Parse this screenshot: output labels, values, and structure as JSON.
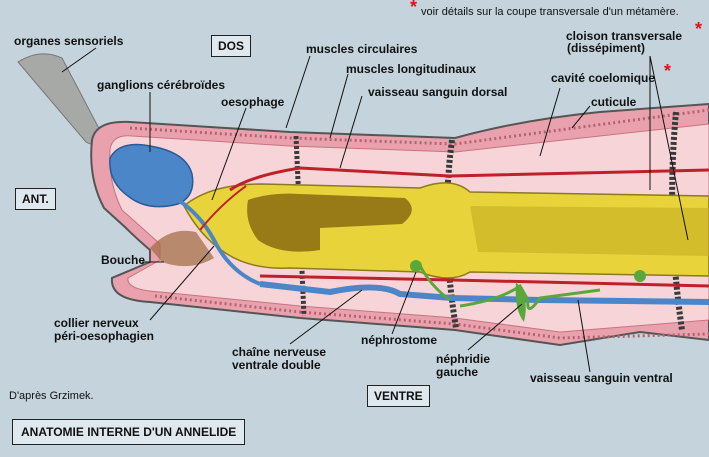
{
  "note": {
    "star": "*",
    "text": "voir détails sur la coupe transversale d'un métamère."
  },
  "credit": "D'après Grzimek.",
  "title": "ANATOMIE INTERNE D'UN ANNELIDE",
  "orientation": {
    "dorsal": "DOS",
    "ventral": "VENTRE",
    "anterior": "ANT."
  },
  "labels": {
    "sensory_organs": "organes sensoriels",
    "cerebral_ganglia": "ganglions cérébroïdes",
    "oesophagus": "oesophage",
    "circular_muscles": "muscles circulaires",
    "longitudinal_muscles": "muscles longitudinaux",
    "dorsal_vessel": "vaisseau sanguin dorsal",
    "septum_line1": "cloison transversale",
    "septum_line2": "(dissépiment)",
    "coelom": "cavité coelomique",
    "cuticle": "cuticule",
    "mouth": "Bouche",
    "nerve_collar_line1": "collier nerveux",
    "nerve_collar_line2": "péri-oesophagien",
    "nerve_cord_line1": "chaîne nerveuse",
    "nerve_cord_line2": "ventrale double",
    "nephrostome": "néphrostome",
    "nephridium_line1": "néphridie",
    "nephridium_line2": "gauche",
    "ventral_vessel": "vaisseau sanguin ventral"
  },
  "colors": {
    "background": "#c4d3dc",
    "body_wall": "#e9a2ad",
    "coelom": "#f6d4d8",
    "gut": "#e8d43a",
    "gut_lumen": "#8a6a12",
    "nerve": "#4a86c8",
    "vessel": "#c0202a",
    "nephridium": "#5aa83a",
    "septum": "#3a3a3a"
  }
}
